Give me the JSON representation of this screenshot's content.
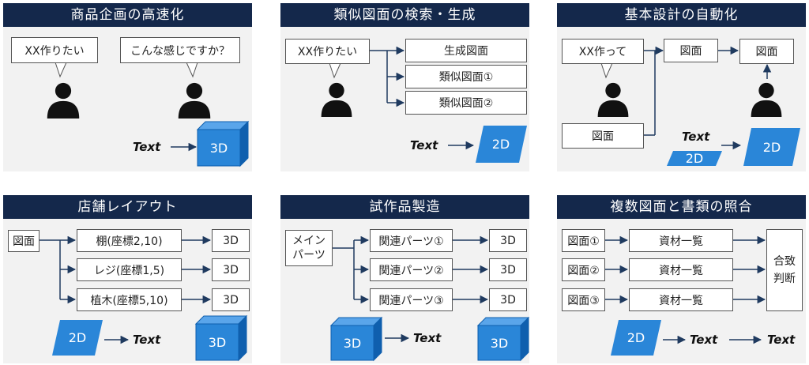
{
  "colors": {
    "header_bg": "#14284b",
    "accent_blue": "#2a86d8",
    "accent_blue_dark": "#0f5fae",
    "panel_bg": "#f2f2f2",
    "arrow": "#1f3a5f"
  },
  "icons": [
    "person-icon",
    "cube-3d-icon",
    "parallelogram-2d-icon",
    "speech-bubble-icon",
    "arrow-icon"
  ],
  "panels": {
    "p1": {
      "title": "商品企画の高速化",
      "bubble_left": "XX作りたい",
      "bubble_right": "こんな感じですか？",
      "text": "Text",
      "cube": "3D"
    },
    "p2": {
      "title": "類似図面の検索・生成",
      "bubble": "XX作りたい",
      "boxes": [
        "生成図面",
        "類似図面①",
        "類似図面②"
      ],
      "text": "Text",
      "flat": "2D"
    },
    "p3": {
      "title": "基本設計の自動化",
      "bubble": "XX作って",
      "box_mid": "図面",
      "box_right": "図面",
      "box_bottom": "図面",
      "text": "Text",
      "flat_small": "2D",
      "flat_big": "2D"
    },
    "p4": {
      "title": "店舗レイアウト",
      "source": "図面",
      "items": [
        "棚(座標2,10)",
        "レジ(座標1,5)",
        "植木(座標5,10)"
      ],
      "outputs": [
        "3D",
        "3D",
        "3D"
      ],
      "flat": "2D",
      "text": "Text",
      "cube": "3D"
    },
    "p5": {
      "title": "試作品製造",
      "source": "メイン\nパーツ",
      "items": [
        "関連パーツ①",
        "関連パーツ②",
        "関連パーツ③"
      ],
      "outputs": [
        "3D",
        "3D",
        "3D"
      ],
      "cube_left": "3D",
      "text": "Text",
      "cube_right": "3D"
    },
    "p6": {
      "title": "複数図面と書類の照合",
      "sources": [
        "図面①",
        "図面②",
        "図面③"
      ],
      "items": [
        "資材一覧",
        "資材一覧",
        "資材一覧"
      ],
      "result": "合致\n判断",
      "flat": "2D",
      "text1": "Text",
      "text2": "Text"
    }
  }
}
